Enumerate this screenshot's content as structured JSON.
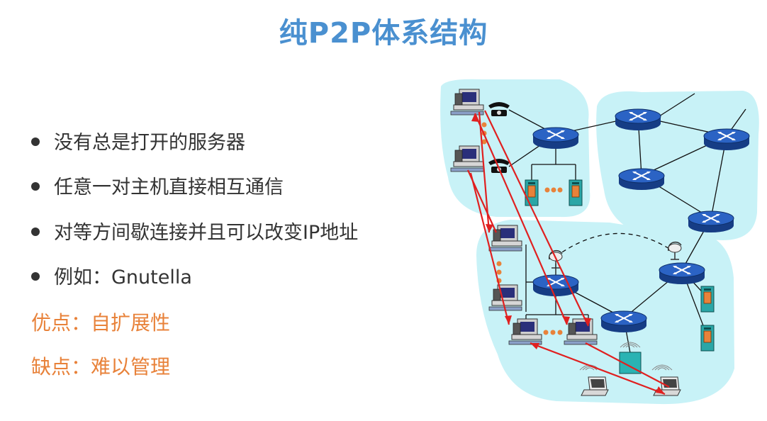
{
  "title": "纯P2P体系结构",
  "bullets": [
    "没有总是打开的服务器",
    "任意一对主机直接相互通信",
    "对等方间歇连接并且可以改变IP地址",
    "例如：Gnutella"
  ],
  "pros": "优点：自扩展性",
  "cons": "缺点：难以管理",
  "colors": {
    "title": "#4a90d0",
    "bullet_text": "#333333",
    "pros_cons_text": "#e8823a",
    "network_region": "#c8f2f7",
    "router": "#1f4fa8",
    "p2p_link": "#e02020",
    "dots": "#e8823a"
  }
}
